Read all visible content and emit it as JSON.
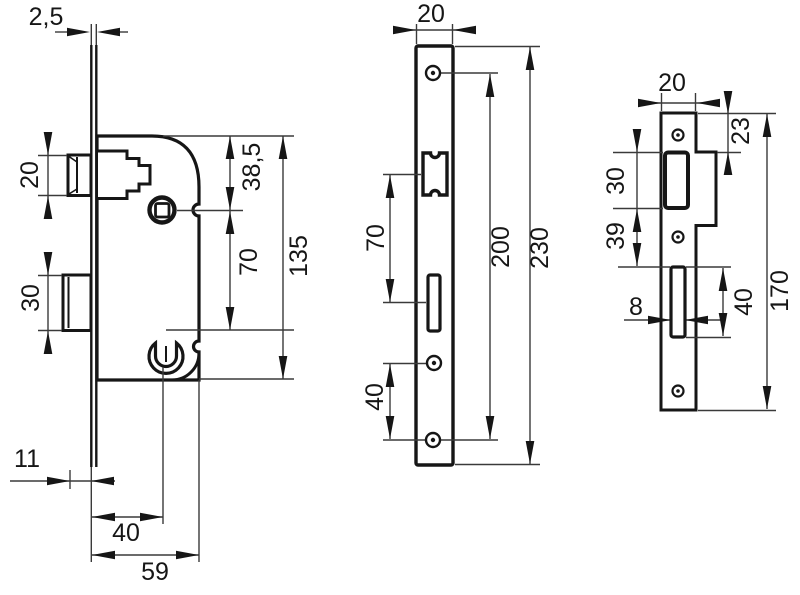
{
  "drawing": {
    "type": "technical-drawing-mortise-lock",
    "colors": {
      "background": "#ffffff",
      "line": "#161616",
      "thin_line": "#3a3a3a"
    }
  },
  "side_view": {
    "faceplate_thickness": "2,5",
    "latch_bolt_height": "20",
    "deadbolt_height": "30",
    "top_to_spindle": "38,5",
    "spindle_to_cylinder": "70",
    "case_height": "135",
    "bolt_protrusion": "11",
    "backset": "40",
    "case_depth": "59"
  },
  "faceplate_view": {
    "width": "20",
    "spindle_to_cylinder": "70",
    "screw_to_screw": "200",
    "height": "230",
    "cylinder_to_screw": "40"
  },
  "strike_view": {
    "width": "20",
    "top_to_box": "23",
    "latch_cutout_height": "30",
    "cutout_gap": "39",
    "height": "170",
    "bolt_slot_width": "8",
    "bolt_slot_height": "40"
  }
}
